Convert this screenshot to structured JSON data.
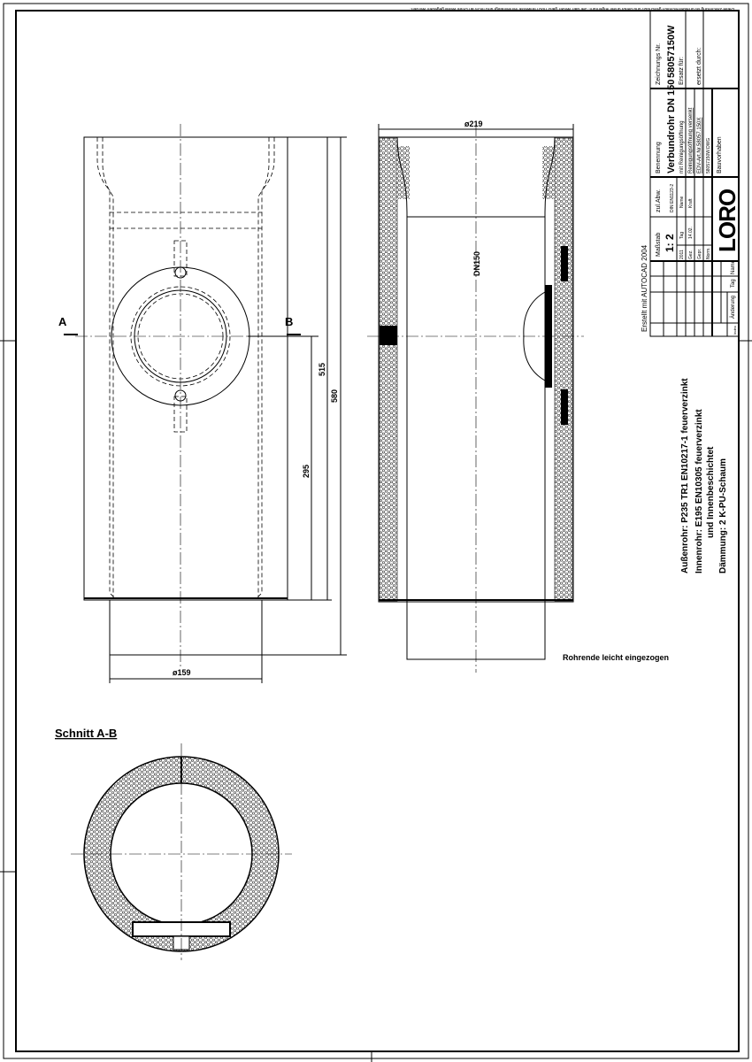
{
  "copyright_note": "Diese Zeichnung ist urheberrechtlich geschützt und bleibt unser Eigentum. Sie darf weder ganz noch teilweise vervielfältigt und nicht an Dritte weitergegeben werden.",
  "front_view": {
    "section_marker_a": "A",
    "section_marker_b": "B",
    "dim_515": "515",
    "dim_580": "580",
    "dim_295": "295",
    "dim_diameter": "ø159"
  },
  "side_view": {
    "dim_diameter": "ø219",
    "dn_label": "DN150",
    "note": "Rohrende leicht eingezogen"
  },
  "section": {
    "title": "Schnitt A-B"
  },
  "materials": {
    "outer": "Außenrohr: P235 TR1 EN10217-1 feuerverzinkt",
    "inner": "Innenrohr: E195 EN10305 feuerverzinkt",
    "inner2": "und Innenbeschichtet",
    "insulation": "Dämmung: 2 K-PU-Schaum"
  },
  "title_block": {
    "created_with": "Erstellt mit AUTOCAD 2004",
    "scale_label": "Maßstab",
    "scale": "1: 2",
    "tolerance_label": "zul.Abw.",
    "tolerance": "DIN EN1123-2",
    "year": "2011",
    "day_label": "Tag",
    "name_label": "Name",
    "drawn_label": "Gez.",
    "drawn_date": "14.02.",
    "drawn_name": "Kraft",
    "checked_label": "Gepr.",
    "norm_label": "Norm.",
    "change_label": "Änderung",
    "change_day": "Tag",
    "change_name": "Name",
    "index_label": "Index",
    "logo": "LORO",
    "designation_label": "Benennung",
    "designation": "Verbundrohr DN 150",
    "designation_line1": "mit Reinigungsöffnung",
    "designation_line2": "Reinigungsöffnung versenkt",
    "designation_line3": "EDV-Art.Nr.58057.150X",
    "designation_line4": "58057150W.DWG",
    "project_label": "Bauvorhaben",
    "drawing_no_label": "Zeichnungs Nr.",
    "drawing_no": "58057150W",
    "replaces_label": "Ersatz für:",
    "replaced_by_label": "ersetzt durch:"
  }
}
